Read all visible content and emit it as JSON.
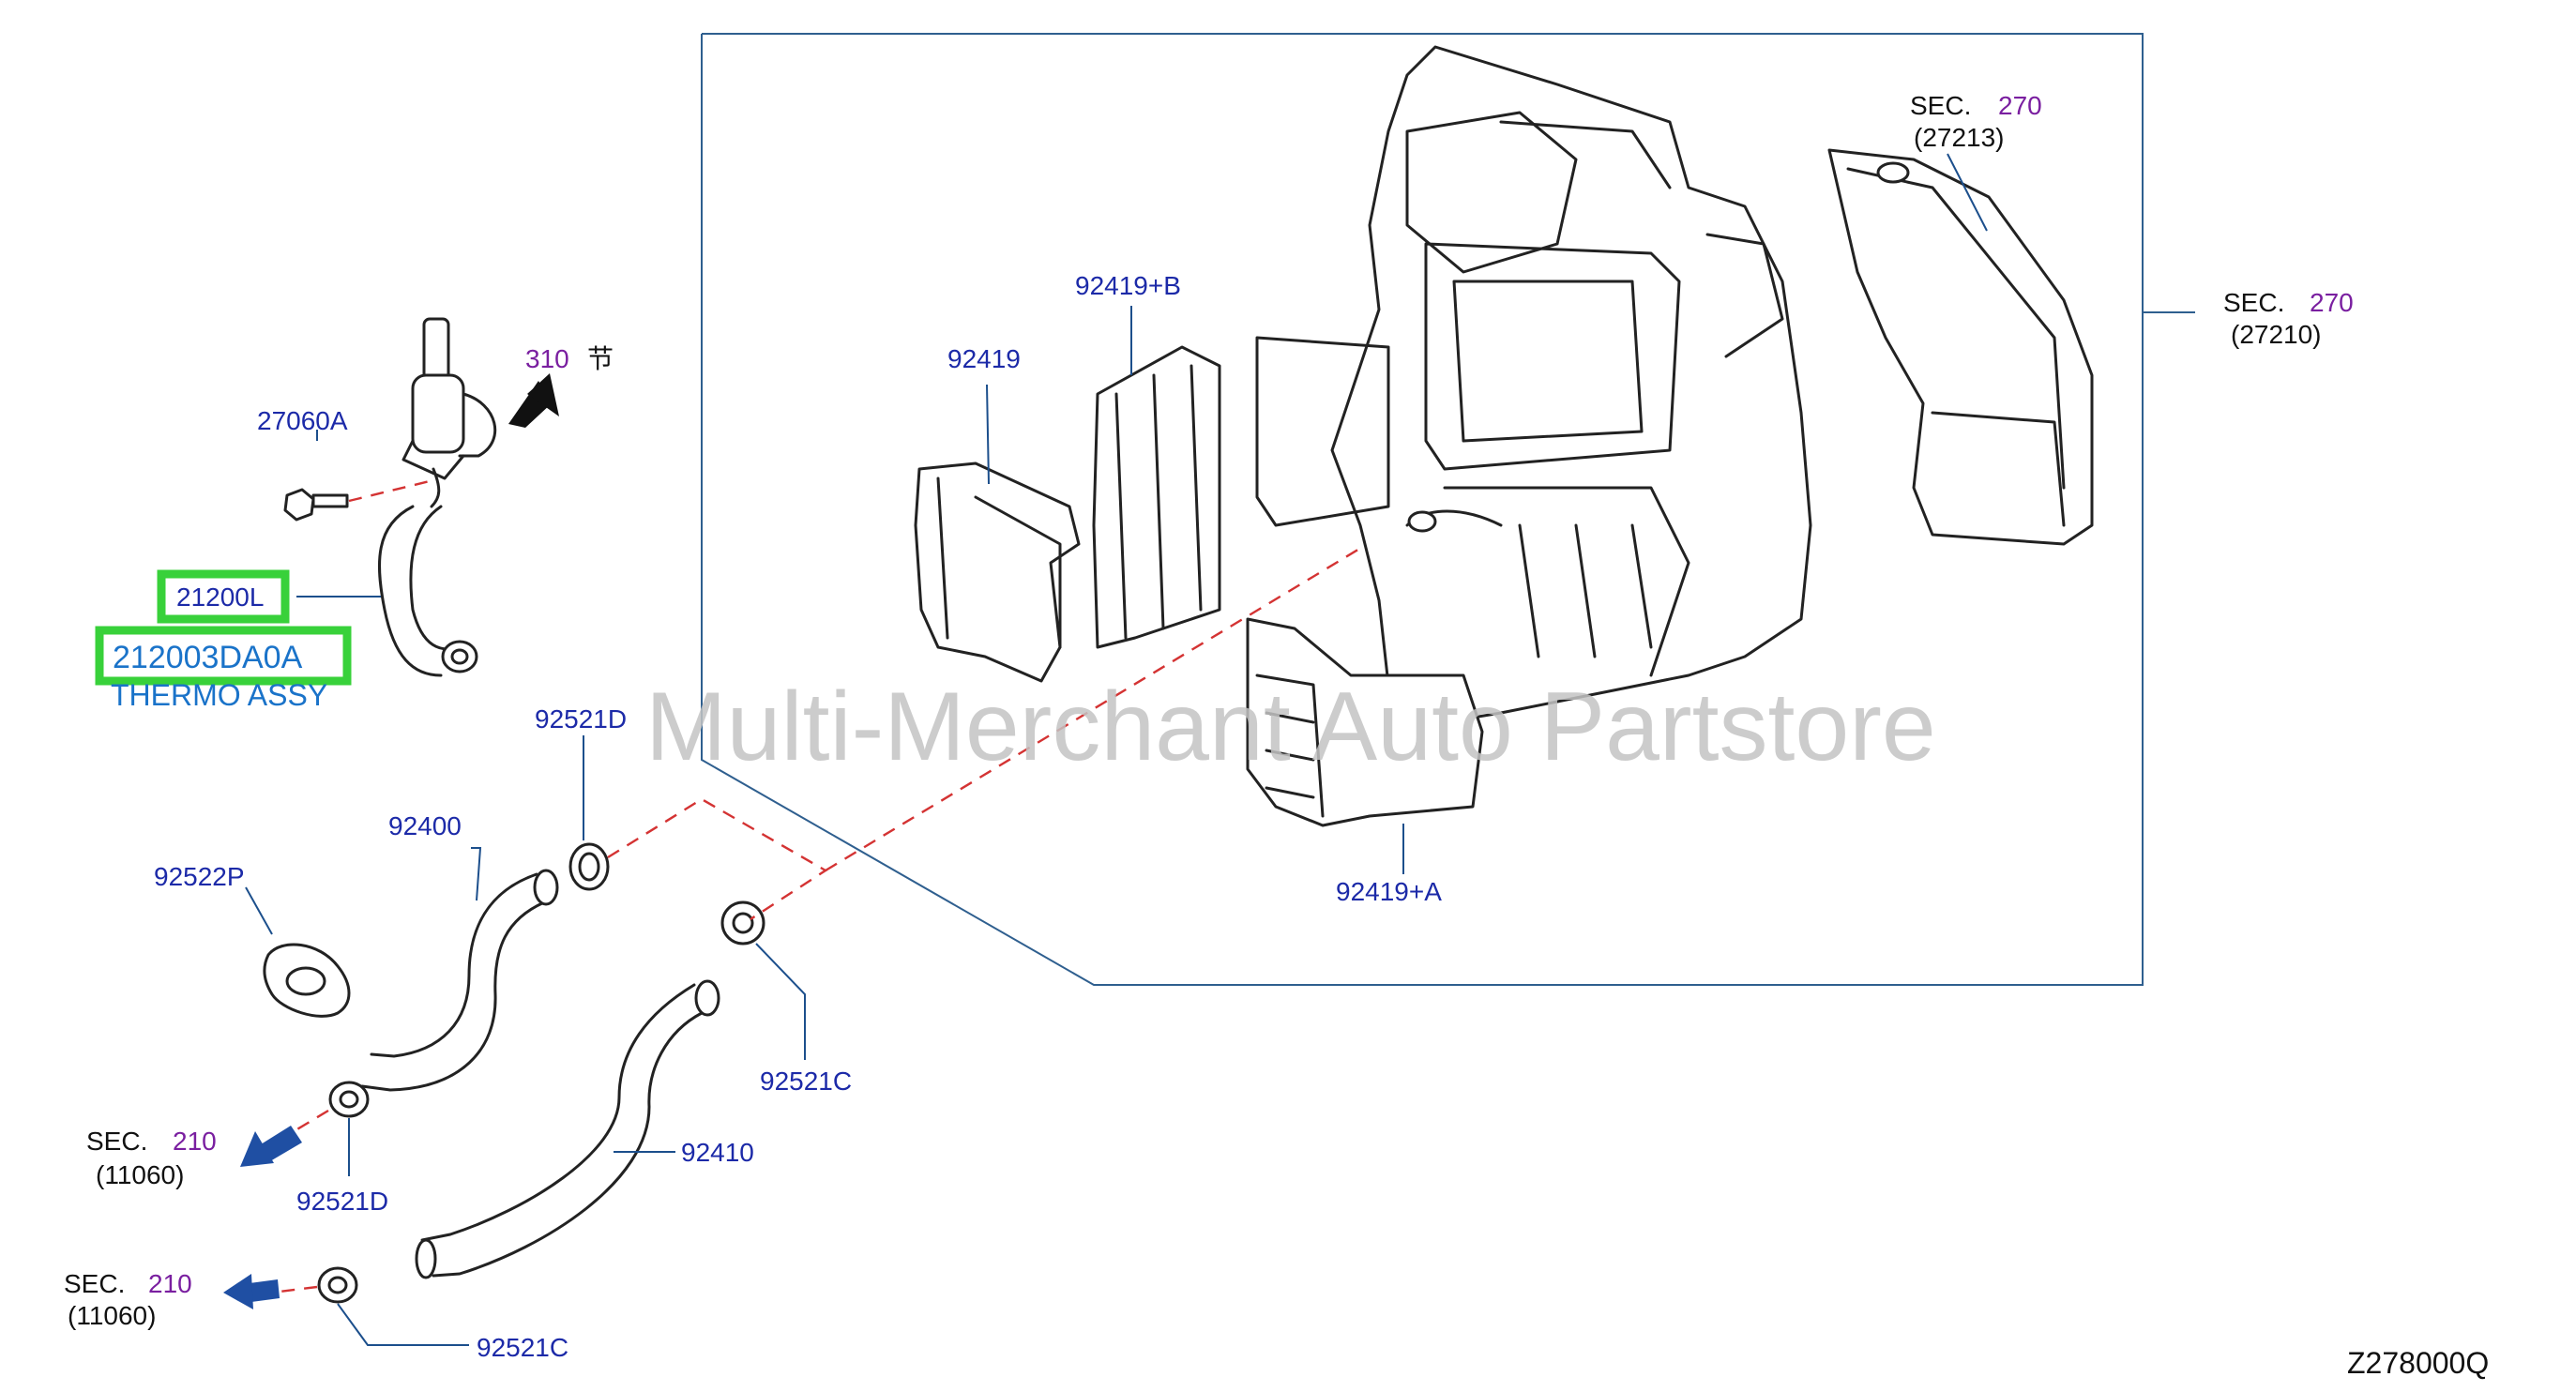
{
  "labels": {
    "p310": "310",
    "p310_char": "节",
    "p27060A": "27060A",
    "p21200L": "21200L",
    "p212003DA0A": "212003DA0A",
    "thermo": "THERMO ASSY",
    "p92521D_top": "92521D",
    "p92400": "92400",
    "p92522P": "92522P",
    "p92521C_mid": "92521C",
    "p92410": "92410",
    "p92521D_bot": "92521D",
    "p92521C_bot": "92521C",
    "p92419": "92419",
    "p92419B": "92419+B",
    "p92419A": "92419+A",
    "sec": "SEC.",
    "sec270_num": "270",
    "sec270_a_code": "(27213)",
    "sec270_b_code": "(27210)",
    "sec210_num": "210",
    "sec210_code": "(11060)",
    "diagram_id": "Z278000Q",
    "watermark": "Multi-Merchant Auto Partstore"
  },
  "colors": {
    "part_number": "#1c2aa8",
    "section_number": "#7a1fa0",
    "highlight_box": "#38d13a",
    "thermo_text": "#1a73c9",
    "arrow_blue": "#1f4fa3",
    "dashed_line": "#d43333",
    "leader_line": "#1c4f8c"
  }
}
